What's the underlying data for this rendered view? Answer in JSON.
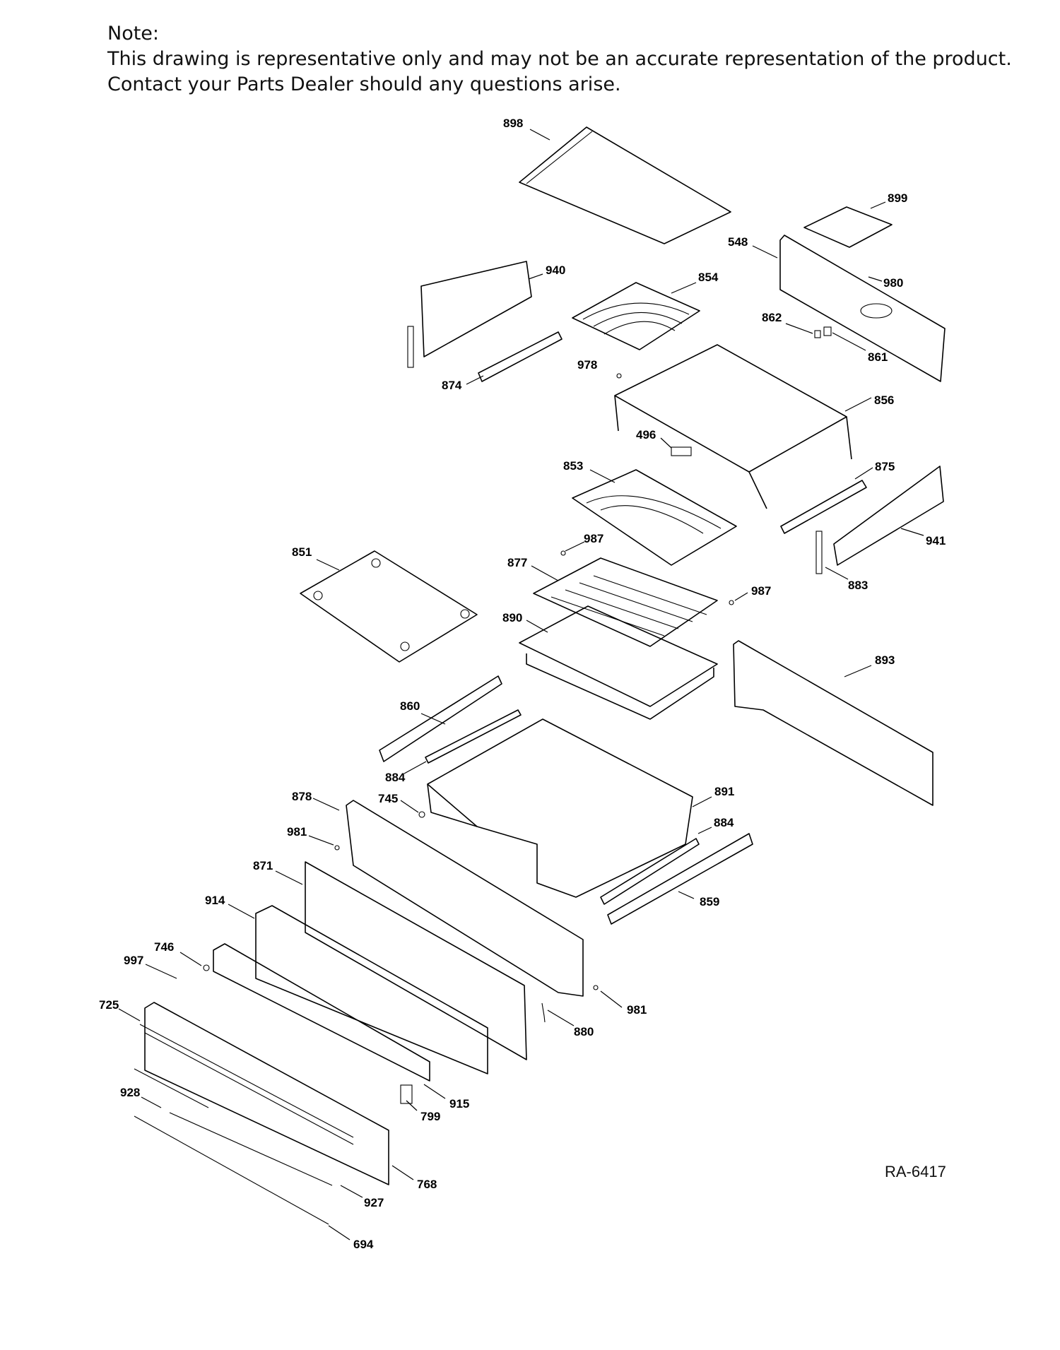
{
  "note": {
    "heading": "Note:",
    "line1": "This drawing is representative only and may not be an accurate representation of the product.",
    "line2": "Contact your Parts Dealer should any questions arise."
  },
  "diagram_code": "RA-6417",
  "callouts": [
    "898",
    "899",
    "548",
    "980",
    "940",
    "854",
    "862",
    "861",
    "978",
    "874",
    "856",
    "496",
    "853",
    "875",
    "941",
    "987",
    "851",
    "877",
    "883",
    "987",
    "890",
    "893",
    "860",
    "884",
    "878",
    "745",
    "891",
    "981",
    "884",
    "871",
    "859",
    "914",
    "746",
    "997",
    "981",
    "880",
    "725",
    "915",
    "799",
    "928",
    "768",
    "927",
    "694"
  ]
}
